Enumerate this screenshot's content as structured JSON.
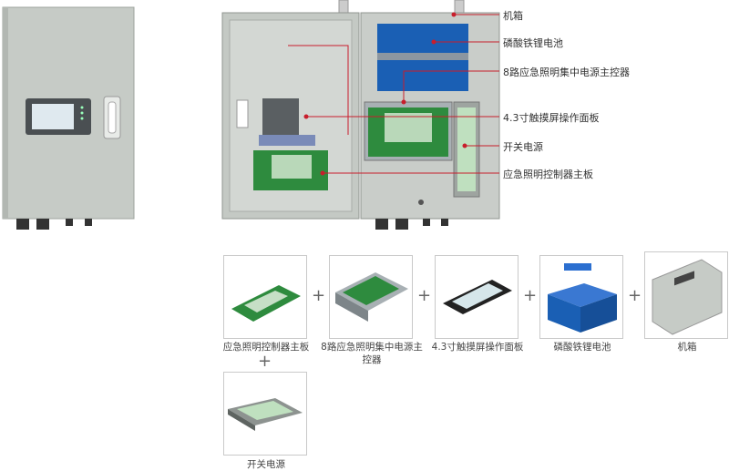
{
  "callouts": [
    {
      "key": "enclosure",
      "label": "机箱"
    },
    {
      "key": "battery",
      "label": "磷酸铁锂电池"
    },
    {
      "key": "controller",
      "label": "8路应急照明集中电源主控器"
    },
    {
      "key": "touch_panel",
      "label": "4.3寸触摸屏操作面板"
    },
    {
      "key": "psu",
      "label": "开关电源"
    },
    {
      "key": "mainboard",
      "label": "应急照明控制器主板"
    }
  ],
  "components": [
    {
      "key": "mainboard",
      "label": "应急照明控制器主板"
    },
    {
      "key": "controller",
      "label": "8路应急照明集中电源主控器"
    },
    {
      "key": "touch_panel",
      "label": "4.3寸触摸屏操作面板"
    },
    {
      "key": "battery",
      "label": "磷酸铁锂电池"
    },
    {
      "key": "enclosure",
      "label": "机箱"
    },
    {
      "key": "psu",
      "label": "开关电源"
    }
  ],
  "plus_sign": "+",
  "colors": {
    "callout_line": "#c81e2c",
    "cabinet": "#c9cdc9",
    "battery_blue": "#1a5fb4",
    "pcb_green": "#2e8b3e"
  }
}
